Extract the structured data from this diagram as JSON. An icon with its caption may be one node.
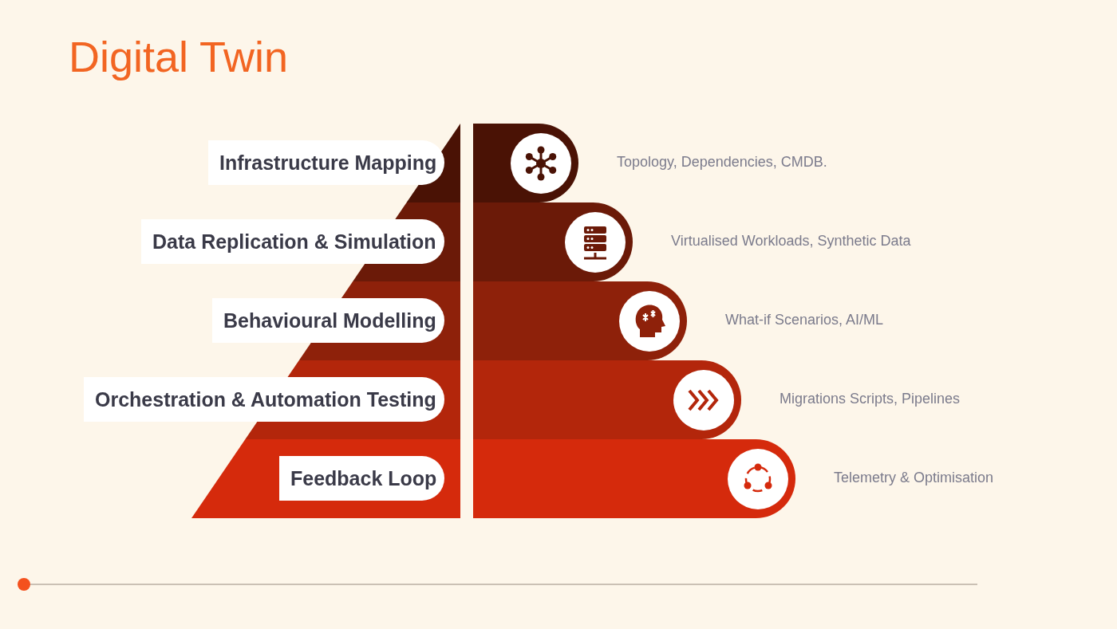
{
  "diagram": {
    "title": "Digital Twin",
    "nodes": [
      {
        "text": [
          "Infrastructure Mapping"
        ],
        "beside": [
          "Topology, Dependencies, CMDB."
        ]
      },
      {
        "text": [
          "Data Replication & Simulation"
        ],
        "beside": [
          "Virtualised Workloads, Synthetic Data"
        ]
      },
      {
        "text": [
          "Behavioural Modelling"
        ],
        "beside": [
          "What-if Scenarios, AI/ML"
        ]
      },
      {
        "text": [
          "Orchestration & Automation Testing"
        ],
        "beside": [
          "Migrations Scripts, Pipelines"
        ]
      },
      {
        "text": [
          "Feedback Loop"
        ],
        "beside": [
          "Telemetry & Optimisation"
        ]
      }
    ]
  }
}
